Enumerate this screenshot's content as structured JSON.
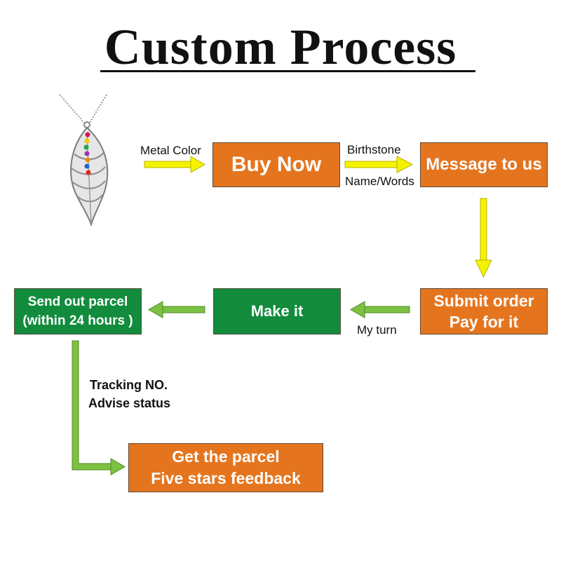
{
  "title": "Custom Process",
  "colors": {
    "orange": "#e4751e",
    "green": "#128c3c",
    "arrow_yellow": "#f5f200",
    "arrow_green": "#7cc142"
  },
  "product_image": "pendant-necklace-icon",
  "steps": {
    "buy_now": "Buy Now",
    "message": "Message to us",
    "submit": [
      "Submit order",
      "Pay for it"
    ],
    "make_it": "Make it",
    "send_out": [
      "Send out parcel",
      "(within 24 hours )"
    ],
    "get_parcel": [
      "Get the parcel",
      "Five stars feedback"
    ]
  },
  "labels": {
    "metal_color": "Metal Color",
    "birthstone": "Birthstone",
    "name_words": "Name/Words",
    "my_turn": "My turn",
    "tracking": "Tracking NO.",
    "advise": "Advise status"
  }
}
